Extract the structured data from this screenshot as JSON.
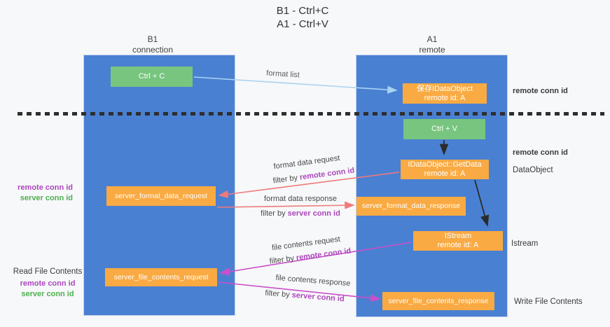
{
  "title": {
    "line1": "B1 - Ctrl+C",
    "line2": "A1 - Ctrl+V"
  },
  "columns": {
    "left": {
      "name": "B1",
      "role": "connection"
    },
    "right": {
      "name": "A1",
      "role": "remote"
    }
  },
  "nodes": {
    "ctrl_c": "Ctrl + C",
    "ctrl_v": "Ctrl + V",
    "store_idataobject": {
      "line1": "保存IDataObject",
      "line2": "remote id: A"
    },
    "getdata": {
      "line1": "IDataObject::GetData",
      "line2": "remote id: A"
    },
    "istream": {
      "line1": "IStream",
      "line2": "remote id: A"
    },
    "server_format_data_request": "server_format_data_request",
    "server_format_data_response": "server_format_data_response",
    "server_file_contents_request": "server_file_contents_request",
    "server_file_contents_response": "server_file_contents_response"
  },
  "arrow_labels": {
    "format_list": "format list",
    "format_data_request": "format data request",
    "format_data_response": "format data response",
    "file_contents_request": "file contents request",
    "file_contents_response": "file contents response",
    "filter_by": "filter by",
    "remote_conn_id": "remote conn id",
    "server_conn_id": "server conn id"
  },
  "side_labels": {
    "left_remote_conn_id": "remote conn id",
    "left_server_conn_id": "server conn id",
    "read_file_contents": "Read File Contents",
    "bottom_left_remote_conn_id": "remote conn id",
    "bottom_left_server_conn_id": "server conn id",
    "top_right_remote_conn_id": "remote conn id",
    "mid_right_remote_conn_id": "remote conn id",
    "dataobject": "DataObject",
    "istream": "Istream",
    "write_file_contents": "Write File Contents"
  },
  "colors": {
    "lifeline_blue": "#4a80d2",
    "node_green": "#77c57f",
    "node_orange": "#f9aa42",
    "arrow_salmon": "#ef7a7a",
    "arrow_magenta": "#cb4fcb",
    "arrow_lightblue": "#a9d3f2",
    "arrow_black": "#2b2b2b",
    "text_purple": "#ab47bc",
    "text_green": "#4caf50",
    "background": "#f7f8f9"
  }
}
